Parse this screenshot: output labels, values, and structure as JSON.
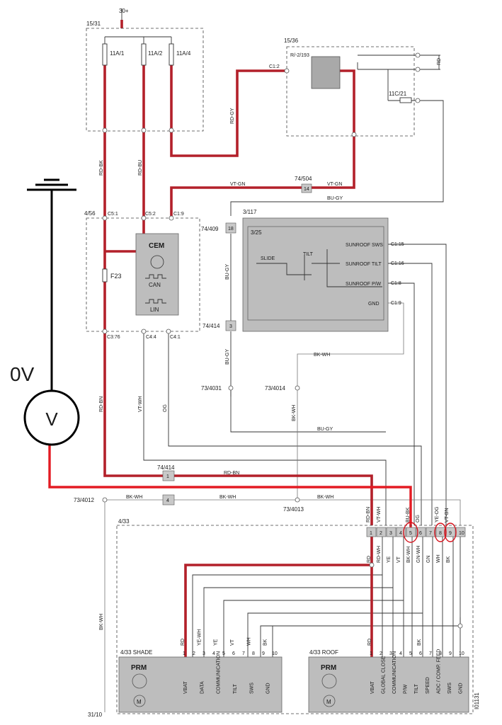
{
  "colors": {
    "harness_red": "#b3202a",
    "meter_red": "#e31b23",
    "module_grey": "#bdbdbd",
    "circle_red": "#d6141e"
  },
  "meter": {
    "reading": "0V",
    "symbol": "V"
  },
  "power": {
    "supply": "30+",
    "fusebox": "15/31",
    "fuses": [
      "11A/1",
      "11A/2",
      "11A/4"
    ]
  },
  "relay": {
    "id": "15/36",
    "relay": "R/-2/193",
    "fuse": "11C/21",
    "connector": "C1:2",
    "lead": "RD"
  },
  "cem": {
    "id": "4/56",
    "title": "CEM",
    "bus_can": "CAN",
    "bus_lin": "LIN",
    "fuse": "F23",
    "pins_top": [
      "C5:1",
      "C5:2",
      "C1:9"
    ],
    "pins_bottom": [
      "C3:76",
      "C4:4",
      "C4:1"
    ]
  },
  "switch": {
    "id": "3/117",
    "inner": "3/25",
    "slide": "SLIDE",
    "tilt": "TILT",
    "signals": [
      "SUNROOF SWS",
      "SUNROOF TILT",
      "SUNROOF P/W",
      "GND"
    ],
    "pins": [
      "C1:15",
      "C1:16",
      "C1:8",
      "C1:9"
    ]
  },
  "splices": [
    "74/504",
    "74/409",
    "74/414",
    "73/4031",
    "73/4014",
    "73/4013",
    "73/4012",
    "74/414"
  ],
  "splice_pins": [
    "14",
    "18",
    "3",
    "1",
    "4"
  ],
  "wires": [
    "RD-GY",
    "RD-BK",
    "RD-BU",
    "VT-GN",
    "VT-GN",
    "BU-GY",
    "BU-GY",
    "BU-GY",
    "BK-WH",
    "BK-WH",
    "RD-BN",
    "VT-WH",
    "OG",
    "BU-GY",
    "RD-BN",
    "BK-WH",
    "BK-WH",
    "BK-WH",
    "RD-BN",
    "VT-WH",
    "BU-BK",
    "OG",
    "YE-OG",
    "VT-BN",
    "BK-WH"
  ],
  "connector": {
    "id": "4/33",
    "pins": [
      "1",
      "2",
      "3",
      "4",
      "5",
      "6",
      "7",
      "8",
      "9",
      "10"
    ],
    "wires": [
      "RD",
      "RD-WH",
      "YE",
      "VT",
      "BK-WH",
      "GN-WH",
      "GN",
      "WH",
      "BK"
    ]
  },
  "shade": {
    "id": "4/33 SHADE",
    "title": "PRM",
    "pins": [
      "1",
      "2",
      "3",
      "4",
      "5",
      "6",
      "7",
      "8",
      "9",
      "10"
    ],
    "wires": [
      "RD",
      "YE-WH",
      "YE",
      "VT",
      "WH",
      "BK"
    ],
    "signals": [
      "VBAT",
      "DATA",
      "COMMUNICATION",
      "TILT",
      "SWS",
      "GND"
    ]
  },
  "roof": {
    "id": "4/33 ROOF",
    "title": "PRM",
    "pins": [
      "1",
      "2",
      "3",
      "4",
      "5",
      "6",
      "7",
      "8",
      "9",
      "10"
    ],
    "wires": [
      "RD",
      "BK"
    ],
    "signals": [
      "VBAT",
      "GLOBAL CLOSE",
      "COMMUNICATION",
      "P/W",
      "TILT",
      "SPEED",
      "ADC / COMP. FEED",
      "SWS",
      "GND"
    ]
  },
  "ground": "31/10",
  "doc_id": "I01131"
}
